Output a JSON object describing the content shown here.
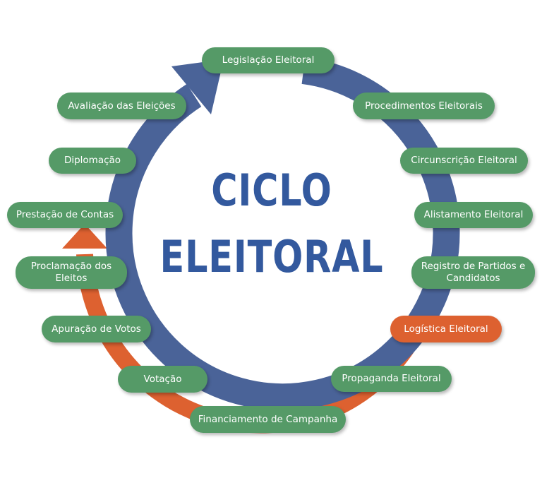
{
  "title": {
    "line1": "CICLO",
    "line2": "ELEITORAL"
  },
  "colors": {
    "ring_blue": "#4a6398",
    "arc_orange": "#dd6130",
    "pill_green": "#559a67",
    "pill_highlight": "#dd6130",
    "title_blue": "#33599e",
    "pill_text": "#ffffff"
  },
  "stages": [
    {
      "label": "Legislação Eleitoral",
      "highlight": false
    },
    {
      "label": "Procedimentos Eleitorais",
      "highlight": false
    },
    {
      "label": "Circunscrição Eleitoral",
      "highlight": false
    },
    {
      "label": "Alistamento Eleitoral",
      "highlight": false
    },
    {
      "label": "Registro de Partidos e Candidatos",
      "highlight": false
    },
    {
      "label": "Logística Eleitoral",
      "highlight": true
    },
    {
      "label": "Propaganda Eleitoral",
      "highlight": false
    },
    {
      "label": "Financiamento de Campanha",
      "highlight": false
    },
    {
      "label": "Votação",
      "highlight": false
    },
    {
      "label": "Apuração de Votos",
      "highlight": false
    },
    {
      "label": "Proclamação dos Eleitos",
      "highlight": false
    },
    {
      "label": "Prestação de Contas",
      "highlight": false
    },
    {
      "label": "Diplomação",
      "highlight": false
    },
    {
      "label": "Avaliação das Eleições",
      "highlight": false
    }
  ],
  "icons": {
    "blue_cycle_arrow": "arrow-up-right-icon",
    "orange_arrow": "arrow-up-icon"
  }
}
